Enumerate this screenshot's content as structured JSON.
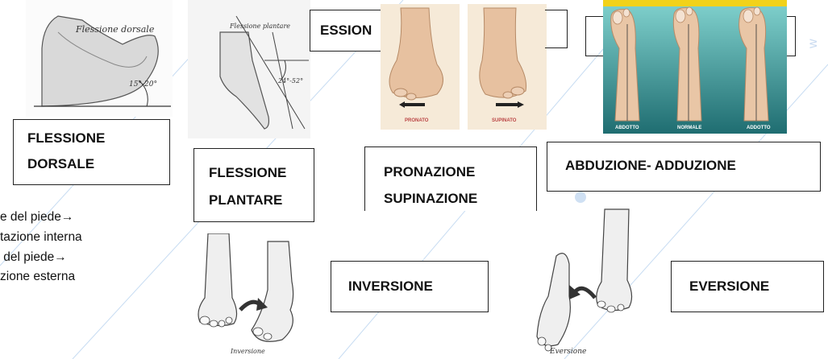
{
  "top": {
    "dorsal_photo_caption": "Flessione dorsale",
    "dorsal_angle": "15°-20°",
    "plantar_photo_caption": "Flessione plantare",
    "plantar_angle": "24°-52°",
    "clipped_label": "ESSION"
  },
  "pronation_photos": {
    "left_caption": "PRONATO",
    "right_caption": "SUPINATO"
  },
  "abduction_photo": {
    "left_caption": "ABDOTTO",
    "middle_caption": "NORMALE",
    "right_caption": "ADDOTTO"
  },
  "labels": {
    "flessione_dorsale": [
      "FLESSIONE",
      "DORSALE"
    ],
    "flessione_plantare": [
      "FLESSIONE",
      "PLANTARE"
    ],
    "pronazione_supinazione": [
      "PRONAZIONE",
      "SUPINAZIONE"
    ],
    "abduzione_adduzione": "ABDUZIONE- ADDUZIONE",
    "inversione": "INVERSIONE",
    "eversione": "EVERSIONE"
  },
  "side_notes": [
    "e del piede→",
    "tazione interna",
    " del piede→",
    "zione esterna"
  ],
  "bottom_captions": {
    "inversione_script": "Inversione",
    "eversione_script": "Eversione"
  },
  "colors": {
    "skin": "#e9c8a8",
    "skin_shadow": "#c99a78",
    "abduction_bg_top": "#7fd0cf",
    "abduction_bg_bottom": "#1f6f73",
    "watermark": "#b9d3ef"
  }
}
